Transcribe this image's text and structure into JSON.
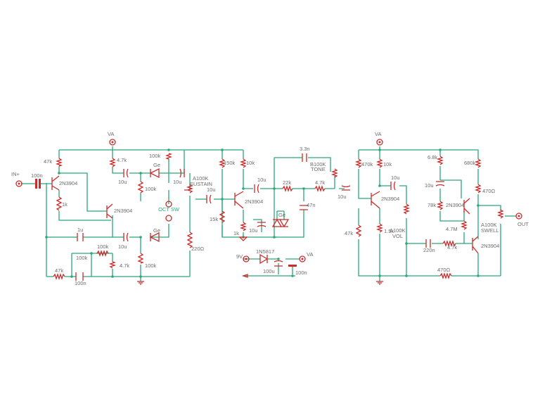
{
  "labels": {
    "in": "IN+",
    "out": "OUT",
    "va1": "VA",
    "va2": "VA",
    "va3": "VA",
    "v9": "9V",
    "oct_sw": "OCT SW",
    "sustain": "A100K\nSUSTAIN",
    "tone": "B100K\nTONE",
    "vol": "A100K\nVOL",
    "swell": "A100K\nSWELL"
  },
  "components": {
    "c_in": "100n",
    "r_47k_a": "47k",
    "q1": "2N3904",
    "r_1k_a": "1k",
    "c_1u": "1u",
    "r_47k_b": "47k",
    "c_100n_b": "100n",
    "r_100k_a": "100k",
    "r_100k_b": "100k",
    "r_47k_c": "4.7k",
    "r_4_7k_a": "4.7k",
    "c_10u_a": "10u",
    "r_100k_c": "100k",
    "ge_a": "Ge",
    "r_100k_d": "100k",
    "c_10u_b": "10u",
    "q2": "2N3904",
    "c_10u_c": "10u",
    "ge_b": "Ge",
    "r_100k_e": "100k",
    "r_220": "220Ω",
    "c_10u_d": "10u",
    "r_150k": "150k",
    "r_15k": "15k",
    "r_10k_a": "10k",
    "c_10u_e": "10u",
    "q3": "2N3904",
    "r_1k_b": "1k",
    "c_10u_f": "10u",
    "ge_c": "Ge",
    "r_22k": "22k",
    "r_4_7k_b": "4.7k",
    "c_3n3": "3.3n",
    "c_47n": "47n",
    "c_10u_g": "10u",
    "d_1n5817": "1N5817",
    "c_100u": "100u",
    "c_100n_c": "100n",
    "r_470k": "470k",
    "r_47k_d": "47k",
    "r_10k_b": "10k",
    "c_10u_h": "10u",
    "q4": "2N3904",
    "r_1_5k": "1.5k",
    "c_220n": "220n",
    "r_4_7k_c": "4.7k",
    "r_6_8k": "6.8k",
    "c_10u_i": "10u",
    "r_78k": "78k",
    "q5": "2N3904",
    "r_4_7m": "4.7M",
    "r_680k": "680k",
    "r_470": "470Ω",
    "q6": "2N3904",
    "r_470_b": "470Ω"
  },
  "colors": {
    "wire": "#2aa87a",
    "part": "#cc2b2b",
    "text": "#6b6b6b"
  }
}
